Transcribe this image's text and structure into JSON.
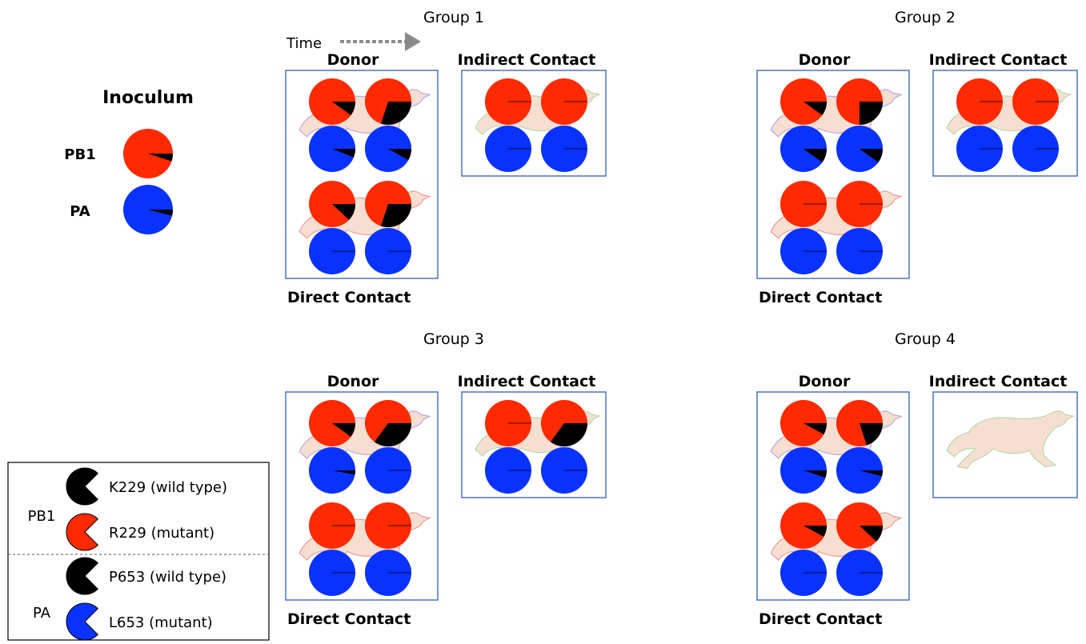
{
  "colors": {
    "mutant_pb1": "#ff2a00",
    "mutant_pa": "#0a32ff",
    "wild_type": "#000000",
    "box_border": "#4a72c4",
    "ferret_fill": "#f6dfd0",
    "time_arrow": "#8a8a8a"
  },
  "inoculum": {
    "title": "Inoculum",
    "pb1_label": "PB1",
    "pa_label": "PA",
    "pb1_wt_fraction": 0.05,
    "pa_wt_fraction": 0.04
  },
  "time_label": "Time",
  "labels": {
    "donor": "Donor",
    "indirect": "Indirect Contact",
    "direct": "Direct Contact"
  },
  "groups": [
    {
      "name": "Group 1",
      "donor": [
        0.1,
        0.3,
        0.06,
        0.08
      ],
      "direct": [
        0.12,
        0.3,
        0.0,
        0.0
      ],
      "indirect": [
        0.0,
        0.0,
        0.0,
        0.0
      ],
      "indirect_infected": true
    },
    {
      "name": "Group 2",
      "donor": [
        0.1,
        0.25,
        0.1,
        0.1
      ],
      "direct": [
        0.0,
        0.0,
        0.0,
        0.0
      ],
      "indirect": [
        0.0,
        0.0,
        0.0,
        0.0
      ],
      "indirect_infected": true
    },
    {
      "name": "Group 3",
      "donor": [
        0.1,
        0.35,
        0.03,
        0.0
      ],
      "direct": [
        0.0,
        0.0,
        0.0,
        0.0
      ],
      "indirect": [
        0.0,
        0.35,
        0.0,
        0.0
      ],
      "indirect_infected": true
    },
    {
      "name": "Group 4",
      "donor": [
        0.08,
        0.2,
        0.05,
        0.04
      ],
      "direct": [
        0.08,
        0.12,
        0.0,
        0.0
      ],
      "indirect": [],
      "indirect_infected": false
    }
  ],
  "legend": {
    "pb1_label": "PB1",
    "pa_label": "PA",
    "items": [
      {
        "text": "K229 (wild type)",
        "color_key": "wild_type"
      },
      {
        "text": "R229 (mutant)",
        "color_key": "mutant_pb1"
      },
      {
        "text": "P653 (wild type)",
        "color_key": "wild_type"
      },
      {
        "text": "L653 (mutant)",
        "color_key": "mutant_pa"
      }
    ]
  }
}
